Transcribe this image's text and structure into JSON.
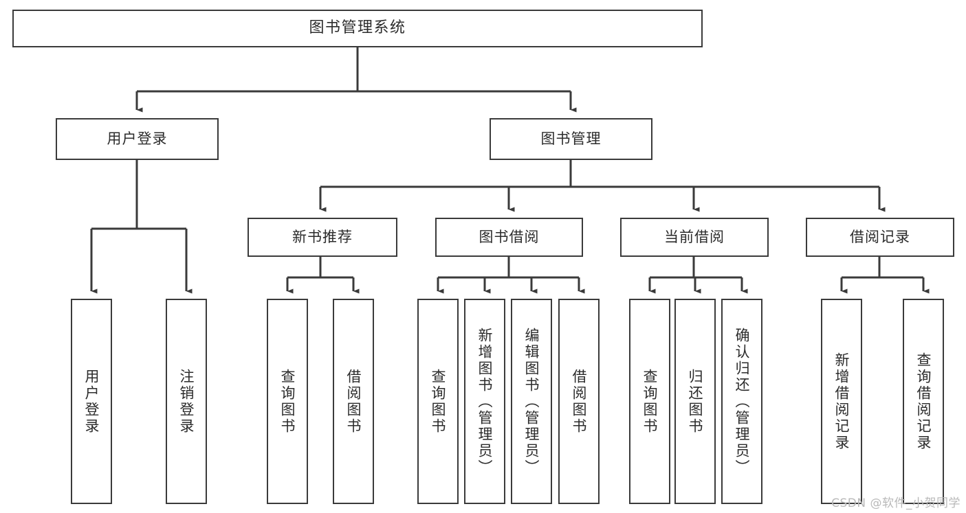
{
  "diagram": {
    "title": "图书管理系统",
    "type": "hierarchy-tree",
    "background_color": "#ffffff",
    "box_border_color": "#3a3a3a",
    "text_color": "#2b2b2b",
    "connector_color": "#3a3a3a",
    "watermark": "CSDN @软件_小贺同学"
  },
  "nodes": {
    "root": {
      "label": "图书管理系统",
      "level": 0
    },
    "level1": [
      {
        "id": "user-login",
        "label": "用户登录"
      },
      {
        "id": "book-manage",
        "label": "图书管理"
      }
    ],
    "level2": [
      {
        "id": "new-book-recommend",
        "label": "新书推荐",
        "parent": "book-manage"
      },
      {
        "id": "book-borrow",
        "label": "图书借阅",
        "parent": "book-manage"
      },
      {
        "id": "current-borrow",
        "label": "当前借阅",
        "parent": "book-manage"
      },
      {
        "id": "borrow-record",
        "label": "借阅记录",
        "parent": "book-manage"
      }
    ],
    "leaves": {
      "user-login": [
        {
          "id": "leaf-user-login",
          "label": "用户登录"
        },
        {
          "id": "leaf-user-logout",
          "label": "注销登录"
        }
      ],
      "new-book-recommend": [
        {
          "id": "leaf-query-book-1",
          "label": "查询图书"
        },
        {
          "id": "leaf-borrow-book-1",
          "label": "借阅图书"
        }
      ],
      "book-borrow": [
        {
          "id": "leaf-query-book-2",
          "label": "查询图书"
        },
        {
          "id": "leaf-add-book",
          "label": "新增图书（管理员）"
        },
        {
          "id": "leaf-edit-book",
          "label": "编辑图书（管理员）"
        },
        {
          "id": "leaf-borrow-book-2",
          "label": "借阅图书"
        }
      ],
      "current-borrow": [
        {
          "id": "leaf-query-book-3",
          "label": "查询图书"
        },
        {
          "id": "leaf-return-book",
          "label": "归还图书"
        },
        {
          "id": "leaf-confirm-return",
          "label": "确认归还（管理员）"
        }
      ],
      "borrow-record": [
        {
          "id": "leaf-add-record",
          "label": "新增借阅记录"
        },
        {
          "id": "leaf-query-record",
          "label": "查询借阅记录"
        }
      ]
    }
  }
}
